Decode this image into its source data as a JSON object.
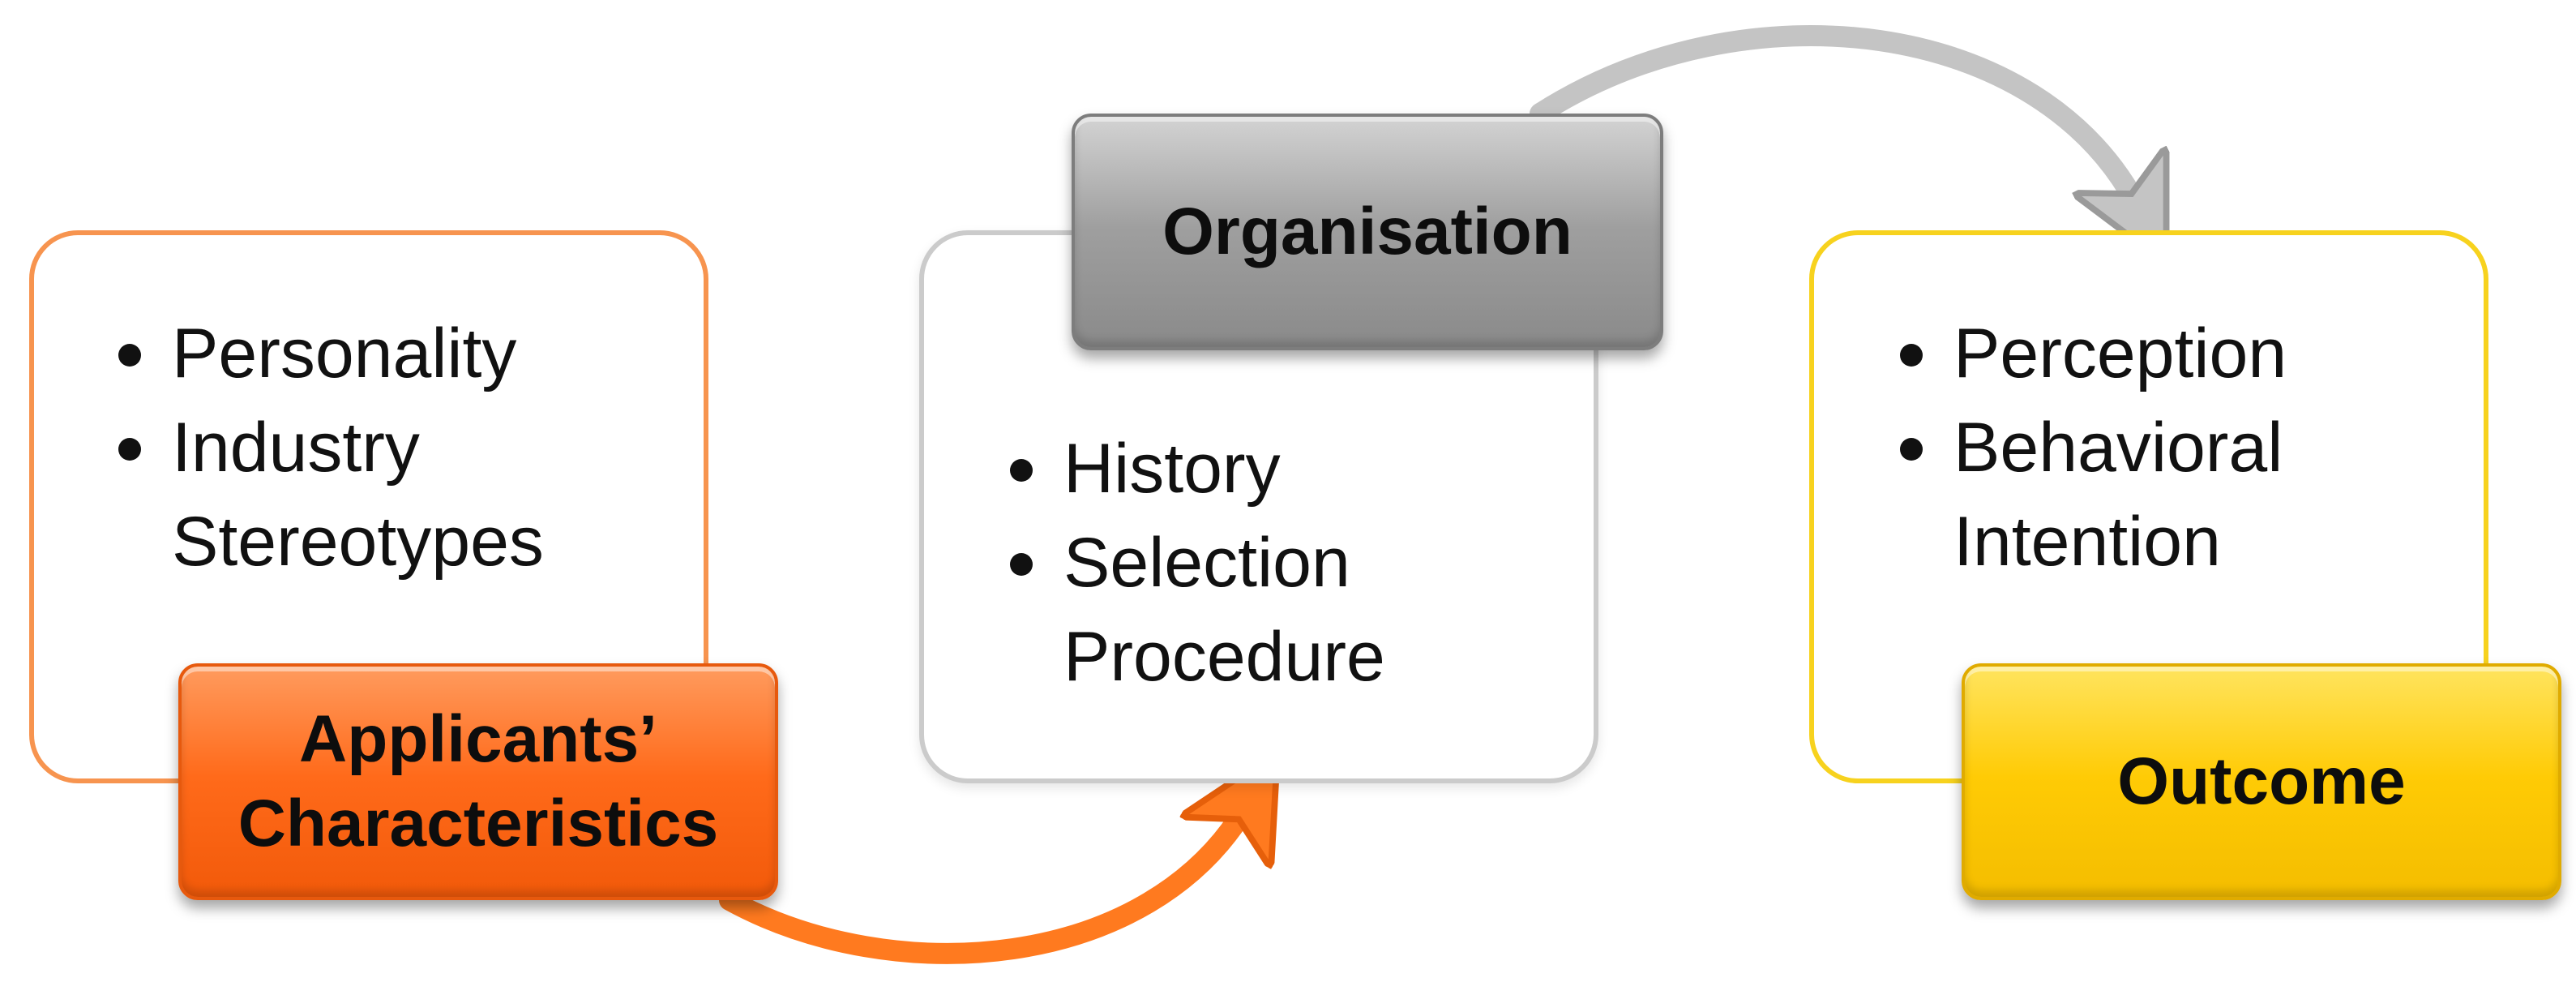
{
  "diagram": {
    "nodes": [
      {
        "id": "applicants",
        "title": "Applicants’ Characteristics",
        "items": [
          "Personality",
          "Industry Stereotypes"
        ],
        "color": "#ff6a1a"
      },
      {
        "id": "organisation",
        "title": "Organisation",
        "items": [
          "History",
          "Selection Procedure"
        ],
        "color": "#a0a0a0"
      },
      {
        "id": "outcome",
        "title": "Outcome",
        "items": [
          "Perception",
          "Behavioral Intention"
        ],
        "color": "#ffcb05"
      }
    ],
    "edges": [
      {
        "from": "applicants",
        "to": "organisation",
        "color": "#ff7a1f"
      },
      {
        "from": "organisation",
        "to": "outcome",
        "color": "#b8b8b8"
      }
    ]
  }
}
